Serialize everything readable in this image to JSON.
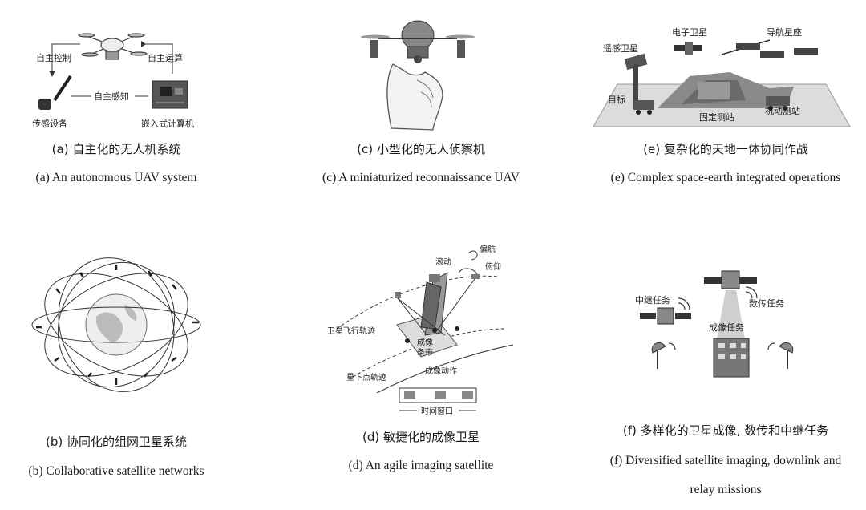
{
  "panels": {
    "a": {
      "caption_zh": "(a) 自主化的无人机系统",
      "caption_en": "(a) An autonomous UAV system",
      "labels": {
        "control": "自主控制",
        "compute": "自主运算",
        "perception": "自主感知",
        "sensor": "传感设备",
        "embedded": "嵌入式计算机"
      }
    },
    "b": {
      "caption_zh": "(b) 协同化的组网卫星系统",
      "caption_en": "(b) Collaborative satellite networks"
    },
    "c": {
      "caption_zh": "(c) 小型化的无人侦察机",
      "caption_en": "(c) A miniaturized reconnaissance UAV"
    },
    "d": {
      "caption_zh": "(d) 敏捷化的成像卫星",
      "caption_en": "(d) An agile imaging satellite",
      "labels": {
        "yaw": "偏航",
        "roll": "滚动",
        "pitch": "俯仰",
        "orbit": "卫星飞行轨迹",
        "ground_track": "星下点轨迹",
        "strip": "成像条带",
        "strip_line1": "成像",
        "strip_line2": "条带",
        "action": "成像动作",
        "window": "时间窗口"
      }
    },
    "e": {
      "caption_zh": "(e) 复杂化的天地一体协同作战",
      "caption_en": "(e) Complex space-earth integrated operations",
      "labels": {
        "remote_sat": "遥感卫星",
        "elec_sat": "电子卫星",
        "nav_const": "导航星座",
        "target": "目标",
        "fixed_station": "固定测站",
        "mobile_station": "机动测站"
      }
    },
    "f": {
      "caption_zh": "(f) 多样化的卫星成像, 数传和中继任务",
      "caption_en_line1": "(f) Diversified satellite imaging, downlink and",
      "caption_en_line2": "relay missions",
      "labels": {
        "relay": "中继任务",
        "downlink": "数传任务",
        "imaging": "成像任务"
      }
    }
  }
}
